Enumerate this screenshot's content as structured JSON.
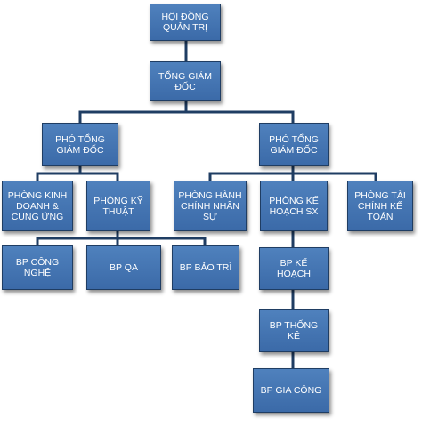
{
  "org_chart": {
    "colors": {
      "box_fill": "#4f81bd",
      "box_border": "#1f3d63",
      "connector": "#1f3d63",
      "text": "#ffffff"
    },
    "nodes": {
      "hoi_dong_quan_tri": "HỘI ĐỒNG\nQUẢN TRỊ",
      "tong_giam_doc": "TỔNG GIÁM\nĐỐC",
      "pho_tong_giam_doc_left": "PHÓ TỔNG\nGIÁM ĐỐC",
      "pho_tong_giam_doc_right": "PHÓ TỔNG\nGIÁM ĐỐC",
      "phong_kinh_doanh": "PHÒNG KINH\nDOANH &\nCUNG ỨNG",
      "phong_ky_thuat": "PHÒNG KỸ\nTHUẬT",
      "phong_hanh_chinh": "PHÒNG HÀNH\nCHÍNH NHÂN\nSỰ",
      "phong_ke_hoach": "PHÒNG KẾ\nHOẠCH SX",
      "phong_tai_chinh": "PHÒNG TÀI\nCHÍNH KẾ\nTOÁN",
      "bp_cong_nghe": "BP CÔNG\nNGHỆ",
      "bp_qa": "BP QA",
      "bp_bao_tri": "BP  BẢO TRÌ",
      "bp_ke_hoach": "BP KẾ HOẠCH",
      "bp_thong_ke": "BP THỐNG KÊ",
      "bp_gia_cong": "BP GIA CÔNG"
    }
  }
}
